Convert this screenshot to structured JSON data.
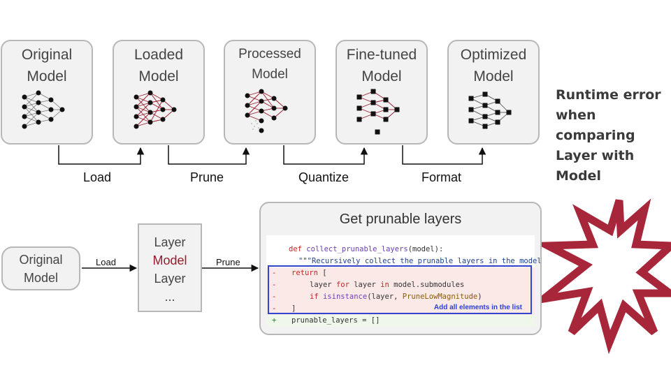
{
  "pipeline": {
    "stages": [
      {
        "line1": "Original",
        "line2": "Model",
        "icon": "neural-network-icon"
      },
      {
        "line1": "Loaded",
        "line2": "Model",
        "icon": "red-neural-network-icon"
      },
      {
        "line1": "Processed",
        "line2": "Model",
        "icon": "pruned-neural-network-icon"
      },
      {
        "line1": "Fine-tuned",
        "line2": "Model",
        "icon": "quantized-neural-network-icon"
      },
      {
        "line1": "Optimized",
        "line2": "Model",
        "icon": "optimized-neural-network-icon"
      }
    ],
    "transitions": [
      "Load",
      "Prune",
      "Quantize",
      "Format"
    ]
  },
  "error_note": {
    "lines": [
      "Runtime error",
      "when",
      "comparing",
      "Layer with",
      "Model"
    ]
  },
  "bottom_flow": {
    "source": {
      "line1": "Original",
      "line2": "Model"
    },
    "load_label": "Load",
    "layers": [
      "Layer",
      "Model",
      "Layer",
      "..."
    ],
    "prune_label": "Prune"
  },
  "code_panel": {
    "title": "Get prunable layers",
    "lines": {
      "def_kw": "def ",
      "def_fn": "collect_prunable_layers",
      "def_rest": "(model):",
      "doc": "\"\"\"Recursively collect the prunable layers in the model.\"\"\"",
      "m3": "-",
      "ret_kw": "return",
      "ret_rest": " [",
      "m4": "-",
      "l4a": "layer ",
      "l4kw1": "for",
      "l4b": " layer ",
      "l4kw2": "in",
      "l4c": " model.submodules",
      "m5": "-",
      "l5kw": "if",
      "l5a": " ",
      "l5fn": "isinstance",
      "l5b": "(layer, ",
      "l5cls": "PruneLowMagnitude",
      "l5c": ")",
      "m6": "-",
      "l6": "]",
      "m7": "+",
      "l7": "prunable_layers = []"
    },
    "highlight_note": "Add all elements in the list"
  },
  "colors": {
    "accent_red": "#9a1a2c",
    "highlight_blue": "#3344cc",
    "burst": "#a8263a"
  }
}
